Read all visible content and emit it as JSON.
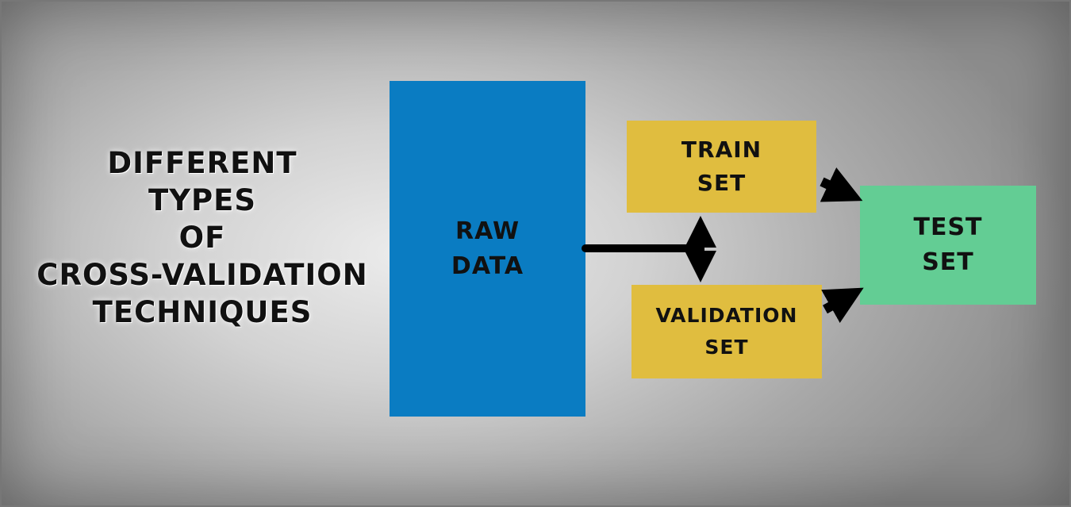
{
  "title": {
    "lines": [
      "DIFFERENT",
      "TYPES",
      "OF",
      "CROSS-VALIDATION",
      "TECHNIQUES"
    ]
  },
  "nodes": {
    "raw_data": {
      "lines": [
        "RAW",
        "DATA"
      ],
      "color": "#0a7cc2"
    },
    "train_set": {
      "lines": [
        "TRAIN",
        "SET"
      ],
      "color": "#e0bd3f"
    },
    "validation_set": {
      "lines": [
        "VALIDATION",
        "SET"
      ],
      "color": "#e0bd3f"
    },
    "test_set": {
      "lines": [
        "TEST",
        "SET"
      ],
      "color": "#63cd94"
    }
  },
  "edges": [
    {
      "from": "raw_data",
      "to": "train_set"
    },
    {
      "from": "raw_data",
      "to": "validation_set"
    },
    {
      "from": "train_set",
      "to": "test_set"
    },
    {
      "from": "validation_set",
      "to": "test_set"
    }
  ],
  "arrow_color": "#000000"
}
